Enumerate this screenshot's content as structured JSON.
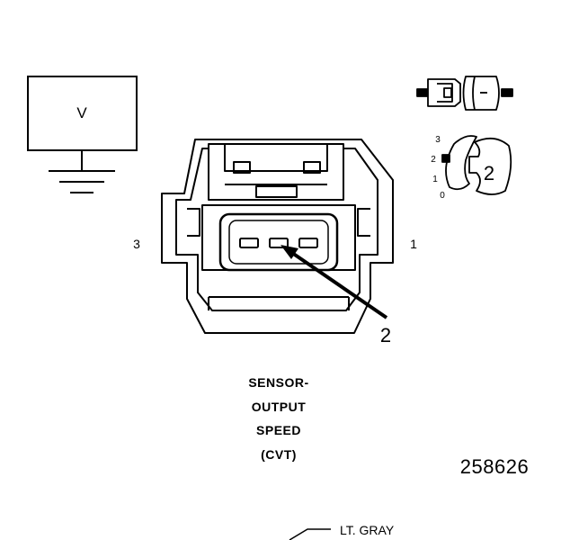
{
  "meter": {
    "label": "V"
  },
  "connector": {
    "pin_left": "3",
    "pin_right": "1",
    "callout": "2"
  },
  "inset": {
    "scale": [
      "3",
      "2",
      "1",
      "0"
    ],
    "callout": "2"
  },
  "caption": [
    "SENSOR-",
    "OUTPUT",
    "SPEED",
    "(CVT)"
  ],
  "figure_number": "258626",
  "wire": {
    "label": "LT. GRAY"
  }
}
